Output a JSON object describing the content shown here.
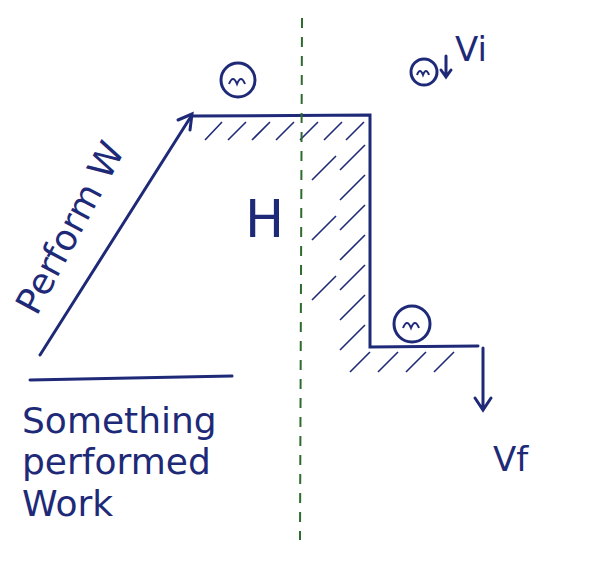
{
  "diagram": {
    "labels": [
      "Perform W",
      "H",
      "Vi",
      "Vf",
      "Something performed Work"
    ]
  }
}
